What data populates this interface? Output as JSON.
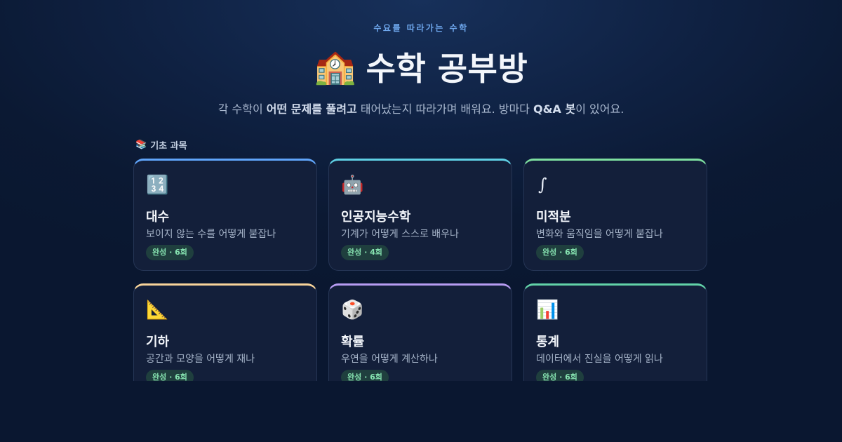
{
  "header": {
    "eyebrow": "수요를 따라가는 수학",
    "title_icon": "school-building-icon",
    "title_emoji": "🏫",
    "title": "수학 공부방"
  },
  "subtitle": {
    "part1": "각 수학이 ",
    "bold1": "어떤 문제를 풀려고",
    "part2": " 태어났는지 따라가며 배워요. 방마다 ",
    "bold2": "Q&A 봇",
    "part3": "이 있어요."
  },
  "section": {
    "icon": "books-icon",
    "emoji": "📚",
    "label": "기초 과목"
  },
  "cards": [
    {
      "icon": "number-keypad-icon",
      "emoji": "🔢",
      "title": "대수",
      "desc": "보이지 않는 수를 어떻게 붙잡나",
      "badge": "완성 · 6회",
      "accent": "#60a5fa"
    },
    {
      "icon": "robot-icon",
      "emoji": "🤖",
      "title": "인공지능수학",
      "desc": "기계가 어떻게 스스로 배우나",
      "badge": "완성 · 4회",
      "accent": "#5fd0e4"
    },
    {
      "icon": "integral-icon",
      "emoji": "∫",
      "title": "미적분",
      "desc": "변화와 움직임을 어떻게 붙잡나",
      "badge": "완성 · 6회",
      "accent": "#7ee0a0"
    },
    {
      "icon": "triangle-ruler-icon",
      "emoji": "📐",
      "title": "기하",
      "desc": "공간과 모양을 어떻게 재나",
      "badge": "완성 · 6회",
      "accent": "#f8d49a"
    },
    {
      "icon": "dice-icon",
      "emoji": "🎲",
      "title": "확률",
      "desc": "우연을 어떻게 계산하나",
      "badge": "완성 · 6회",
      "accent": "#b79cf2"
    },
    {
      "icon": "bar-chart-icon",
      "emoji": "📊",
      "title": "통계",
      "desc": "데이터에서 진실을 어떻게 읽나",
      "badge": "완성 · 6회",
      "accent": "#62d2a8"
    }
  ]
}
